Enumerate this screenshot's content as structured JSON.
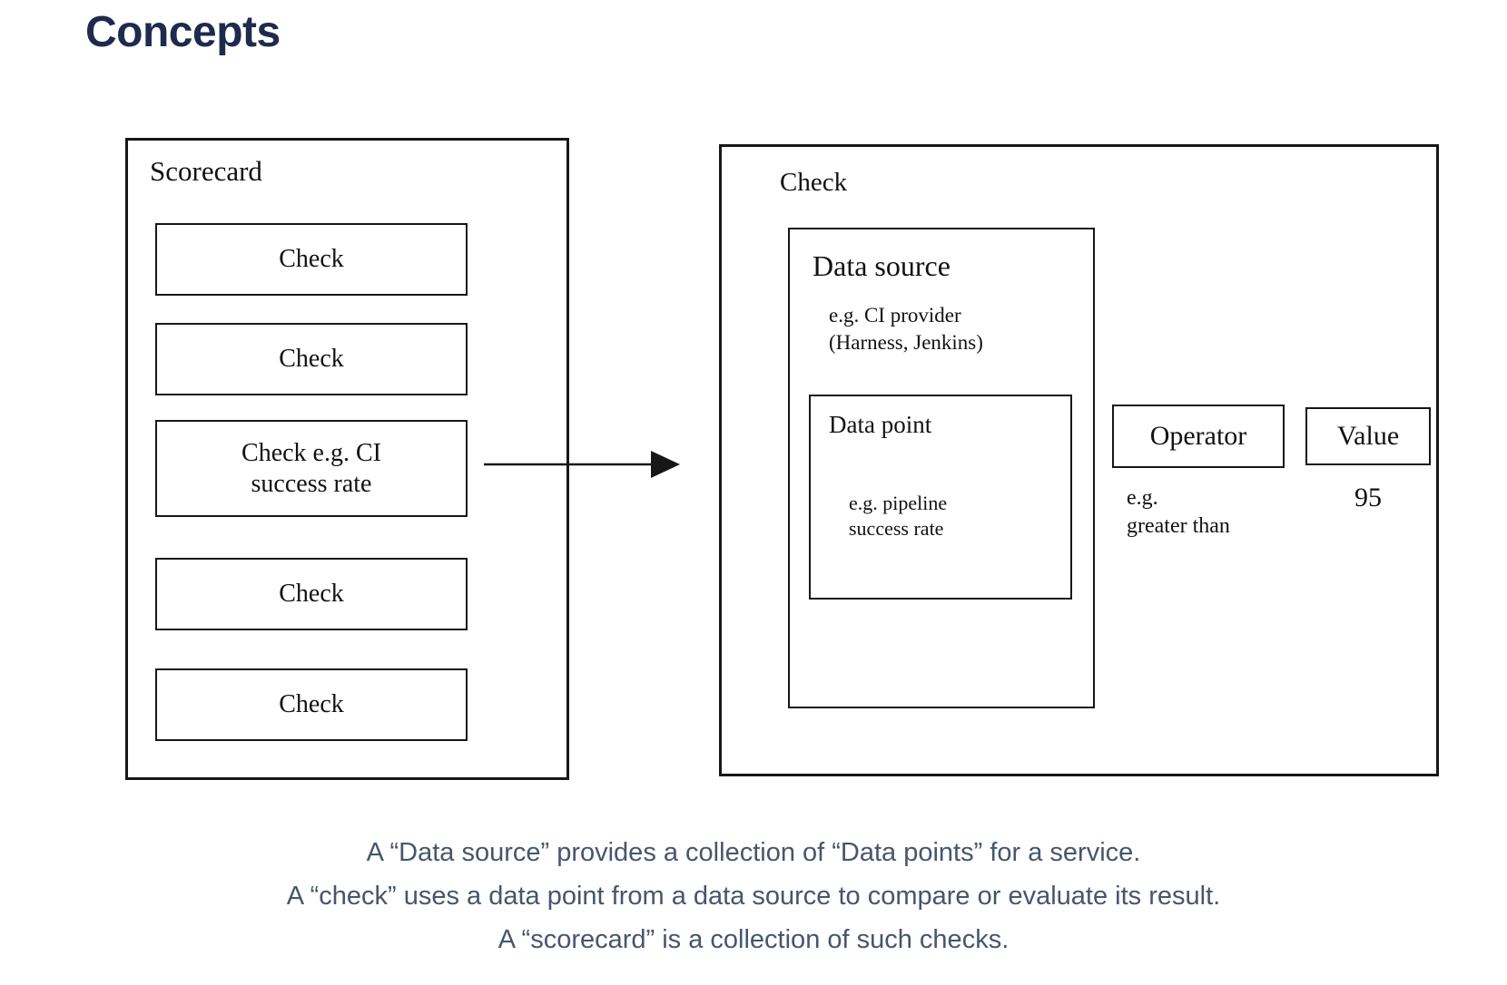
{
  "page": {
    "title": "Concepts"
  },
  "colors": {
    "title_text": "#1e2b4d",
    "caption_text": "#47556e",
    "diagram_stroke": "#171717",
    "background": "#ffffff"
  },
  "diagram": {
    "scorecard": {
      "label": "Scorecard",
      "checks": [
        {
          "label": "Check"
        },
        {
          "label": "Check"
        },
        {
          "label": "Check e.g. CI\nsuccess rate"
        },
        {
          "label": "Check"
        },
        {
          "label": "Check"
        }
      ]
    },
    "check_detail": {
      "label": "Check",
      "data_source": {
        "label": "Data source",
        "example": "e.g. CI provider\n(Harness, Jenkins)",
        "data_point": {
          "label": "Data point",
          "example": "e.g. pipeline\nsuccess rate"
        }
      },
      "operator": {
        "label": "Operator",
        "example": "e.g.\ngreater than"
      },
      "value": {
        "label": "Value",
        "example": "95"
      }
    }
  },
  "caption": {
    "lines": [
      "A “Data source” provides a collection of “Data points” for a service.",
      "A “check” uses a data point from a data source to compare or evaluate its result.",
      "A “scorecard” is a collection of such checks."
    ]
  }
}
